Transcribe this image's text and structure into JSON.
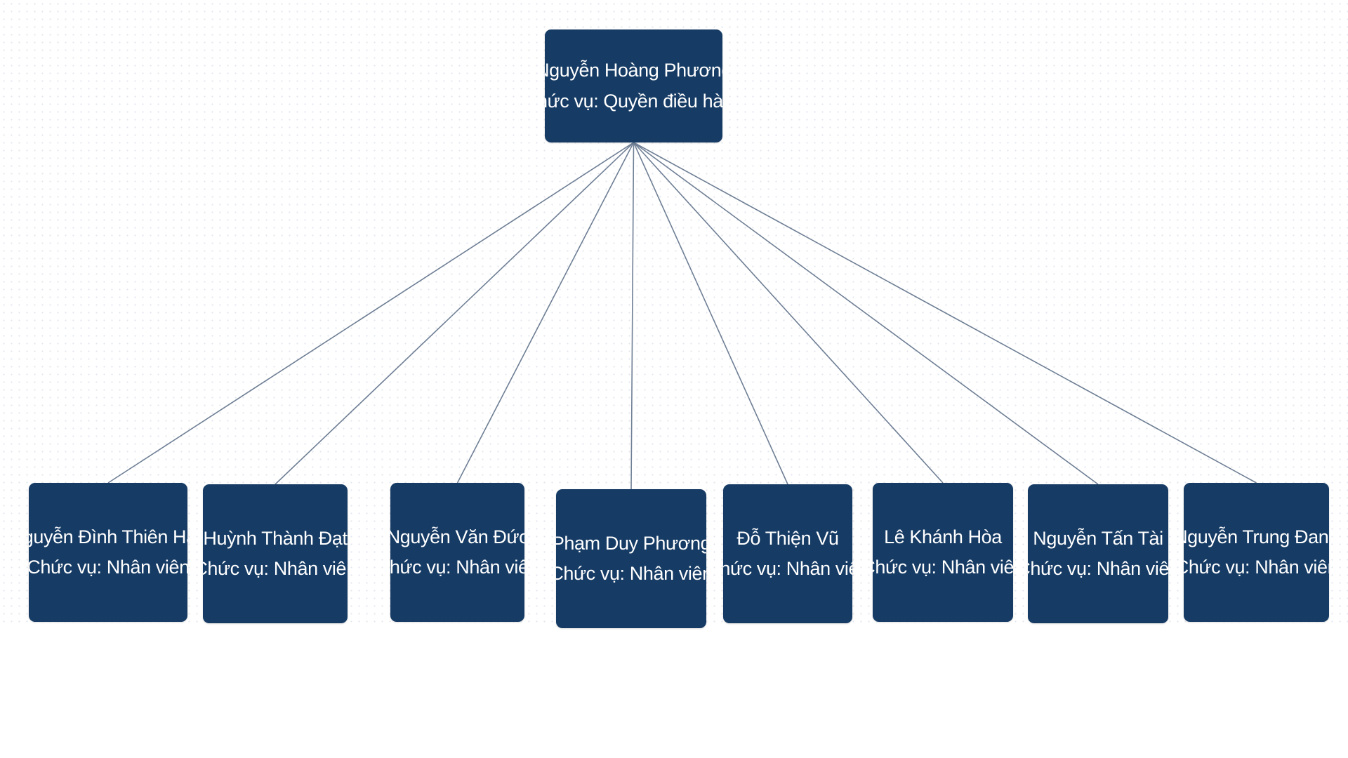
{
  "colors": {
    "node_fill": "#163b64",
    "node_text": "#ffffff",
    "connector": "#6f7f95",
    "background": "#ffffff"
  },
  "org_chart": {
    "root": {
      "name": "Nguyễn Hoàng Phương",
      "role": "Chức vụ: Quyền điều hành"
    },
    "children": [
      {
        "name": "Nguyễn Đình Thiên Hào",
        "role": "Chức vụ: Nhân viên"
      },
      {
        "name": "Huỳnh Thành Đạt",
        "role": "Chức vụ: Nhân viên"
      },
      {
        "name": "Nguyễn Văn Đức",
        "role": "Chức vụ: Nhân viên"
      },
      {
        "name": "Phạm Duy Phương",
        "role": "Chức vụ: Nhân viên"
      },
      {
        "name": "Đỗ Thiện Vũ",
        "role": "Chức vụ: Nhân viên"
      },
      {
        "name": "Lê Khánh Hòa",
        "role": "Chức vụ: Nhân viên"
      },
      {
        "name": "Nguyễn Tấn Tài",
        "role": "Chức vụ: Nhân viên"
      },
      {
        "name": "Nguyễn Trung Đang",
        "role": "Chức vụ: Nhân viên"
      }
    ]
  }
}
